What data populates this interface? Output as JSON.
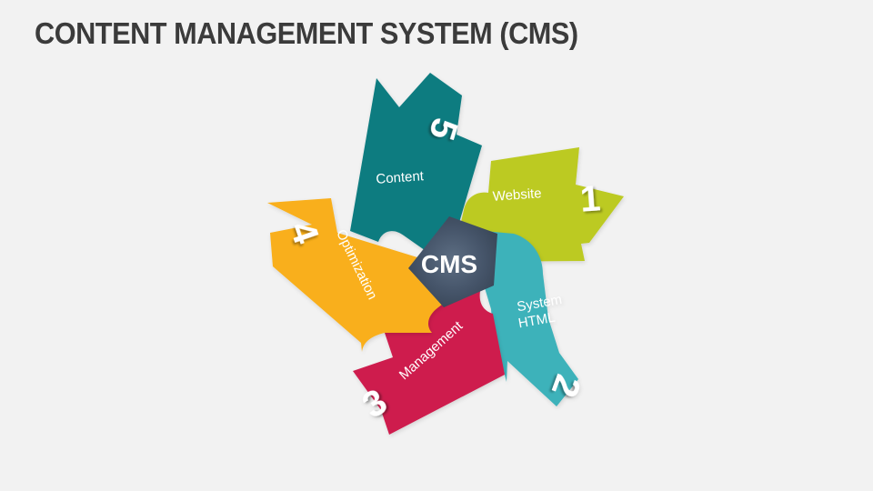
{
  "slide": {
    "title": "CONTENT MANAGEMENT SYSTEM (CMS)",
    "background_color": "#f2f2f2",
    "title_color": "#3b3b3b"
  },
  "diagram": {
    "name": "cms-pinwheel-cycle",
    "hub": {
      "label": "CMS",
      "fill_color": "#3c4a5c",
      "highlight_color": "#5a6b80",
      "text_color": "#ffffff"
    },
    "arrows": [
      {
        "number": "1",
        "label": "Website",
        "label_line2": "",
        "color": "#bcca22",
        "direction": "right"
      },
      {
        "number": "2",
        "label": "System",
        "label_line2": "HTML",
        "color": "#3db2ba",
        "direction": "down-right"
      },
      {
        "number": "3",
        "label": "Management",
        "label_line2": "",
        "color": "#ce1e4e",
        "direction": "down-left"
      },
      {
        "number": "4",
        "label": "Optimization",
        "label_line2": "",
        "color": "#f9af1a",
        "direction": "up-left"
      },
      {
        "number": "5",
        "label": "Content",
        "label_line2": "",
        "color": "#0b7c80",
        "direction": "up"
      }
    ]
  }
}
